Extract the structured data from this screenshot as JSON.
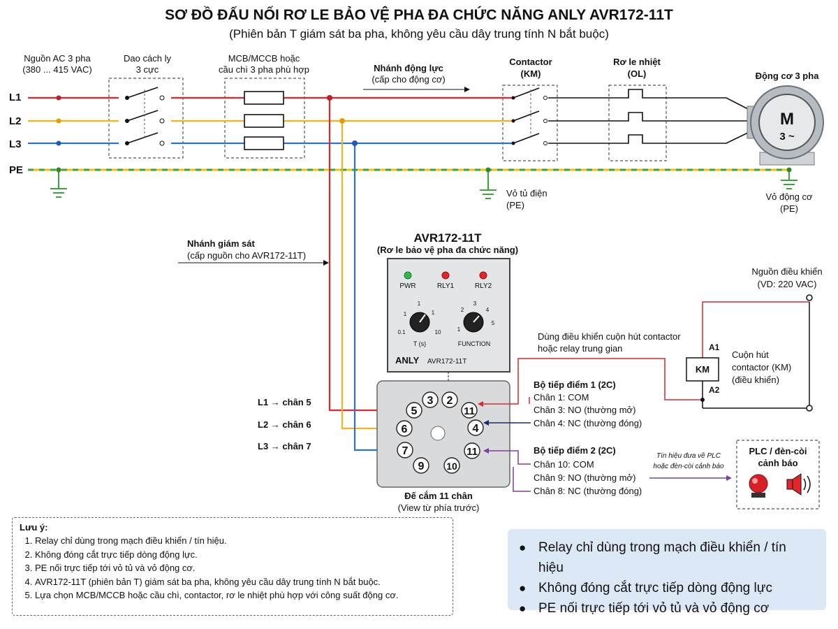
{
  "title": "SƠ ĐỒ ĐẤU NỐI RƠ LE BẢO VỆ PHA ĐA CHỨC NĂNG ANLY AVR172-11T",
  "subtitle": "(Phiên bản T giám sát ba pha, không yêu cầu dây trung tính N bắt buộc)",
  "source": {
    "line1": "Nguồn AC 3 pha",
    "line2": "(380 ... 415 VAC)"
  },
  "isolator": {
    "line1": "Dao cách ly",
    "line2": "3 cực"
  },
  "mcb": {
    "line1": "MCB/MCCB hoặc",
    "line2": "cầu chì 3 pha phù hợp"
  },
  "power_branch": {
    "line1": "Nhánh động lực",
    "line2": "(cấp cho động cơ)"
  },
  "contactor": {
    "line1": "Contactor",
    "line2": "(KM)"
  },
  "overload": {
    "line1": "Rơ le nhiệt",
    "line2": "(OL)"
  },
  "motor": {
    "label": "Động cơ 3 pha",
    "symbol": "M",
    "phase": "3 ~"
  },
  "lines": {
    "l1": "L1",
    "l2": "L2",
    "l3": "L3",
    "pe": "PE"
  },
  "cabinet_ground": {
    "line1": "Vỏ tủ điện",
    "line2": "(PE)"
  },
  "motor_ground": {
    "line1": "Vỏ động cơ",
    "line2": "(PE)"
  },
  "monitor_branch": {
    "line1": "Nhánh giám sát",
    "line2": "(cấp nguồn cho AVR172-11T)"
  },
  "relay": {
    "name": "AVR172-11T",
    "desc": "(Rơ le bảo vệ pha đa chức năng)",
    "led_pwr": "PWR",
    "led_rly1": "RLY1",
    "led_rly2": "RLY2",
    "knob_t_label": "T (s)",
    "knob_t_scale": [
      "0.1",
      "1",
      "10",
      "1",
      "1"
    ],
    "knob_f_label": "FUNCTION",
    "knob_f_scale": [
      "1",
      "2",
      "3",
      "4",
      "5"
    ],
    "brand": "ANLY",
    "model": "AVR172-11T"
  },
  "socket": {
    "caption1": "Đế cắm 11 chân",
    "caption2": "(View từ phía trước)",
    "pins": [
      "3",
      "2",
      "11",
      "5",
      "6",
      "4",
      "7",
      "11",
      "9",
      "10"
    ]
  },
  "pin_map": {
    "l1": "L1 → chân 5",
    "l2": "L2 → chân 6",
    "l3": "L3 → chân 7"
  },
  "contact1": {
    "title": "Bộ tiếp điểm 1 (2C)",
    "rows": [
      "Chân 1:  COM",
      "Chân 3:  NO (thường mở)",
      "Chân 4:  NC (thường đóng)"
    ]
  },
  "contact2": {
    "title": "Bộ tiếp điểm 2 (2C)",
    "rows": [
      "Chân 10:  COM",
      "Chân 9:  NO (thường mở)",
      "Chân 8:  NC (thường đóng)"
    ]
  },
  "coil_note": {
    "line1": "Dùng điều khiển cuộn hút contactor",
    "line2": "hoặc relay trung gian"
  },
  "control_source": {
    "line1": "Nguồn điều khiển",
    "line2": "(VD: 220 VAC)"
  },
  "coil": {
    "label": "KM",
    "a1": "A1",
    "a2": "A2",
    "desc1": "Cuộn hút",
    "desc2": "contactor (KM)",
    "desc3": "(điều khiển)"
  },
  "plc_signal": {
    "line1": "Tín hiệu đưa về PLC",
    "line2": "hoặc đèn-còi cảnh báo"
  },
  "plc": {
    "line1": "PLC / đèn-còi",
    "line2": "cảnh báo"
  },
  "notes": {
    "title": "Lưu ý:",
    "items": [
      "Relay chỉ dùng trong mạch điều khiển / tín hiệu.",
      "Không đóng cắt trực tiếp dòng động lực.",
      "PE nối trực tiếp tới vỏ tủ và vỏ động cơ.",
      "AVR172-11T (phiên bản T) giám sát ba pha, không yêu cầu dây trung tính N bắt buộc.",
      "Lựa chọn MCB/MCCB hoặc cầu chì, contactor, rơ le nhiệt phù hợp với công suất động cơ."
    ]
  },
  "highlights": [
    "Relay chỉ dùng trong mạch điều khiển / tín hiệu",
    "Không đóng cắt trực tiếp dòng động lực",
    "PE nối trực tiếp tới vỏ tủ và vỏ động cơ"
  ],
  "colors": {
    "l1": "#e3262b",
    "l2": "#f2b51b",
    "l3": "#2a73d6",
    "pe": "#f5c400",
    "pe_dash": "#3aa63a",
    "control": "#d8292f",
    "signal": "#7b3fa0",
    "nc": "#1c2a6b"
  }
}
